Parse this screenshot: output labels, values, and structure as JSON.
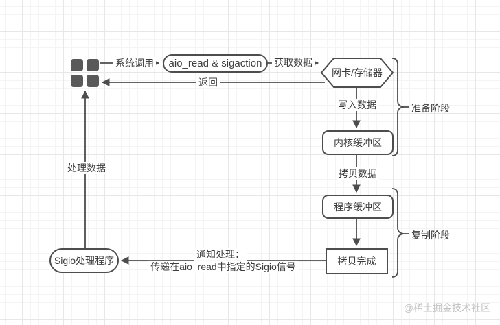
{
  "diagram": {
    "title_hint": "异步IO(AIO) aio_read 流程图",
    "nodes": {
      "application_icon": "app-grid-squares-icon",
      "aio_call": {
        "label": "aio_read & sigaction"
      },
      "nic_storage": {
        "label": "网卡/存储器"
      },
      "kernel_buffer": {
        "label": "内核缓冲区"
      },
      "program_buffer": {
        "label": "程序缓冲区"
      },
      "copy_done": {
        "label": "拷贝完成"
      },
      "sigio_handler": {
        "label": "Sigio处理程序"
      }
    },
    "edges": {
      "syscall": "系统调用",
      "fetch_data": "获取数据",
      "ret": "返回",
      "write_data": "写入数据",
      "copy_data": "拷贝数据",
      "process_data": "处理数据",
      "notify_title": "通知处理：",
      "notify_detail": "传递在aio_read中指定的Sigio信号"
    },
    "phases": {
      "prepare": "准备阶段",
      "copy": "复制阶段"
    },
    "colors": {
      "stroke": "#4d4d4d",
      "text": "#3d3d3d",
      "square_fill": "#595959",
      "watermark": "#c3c3c3",
      "background": "#ffffff"
    }
  },
  "watermark": "@稀土掘金技术社区"
}
